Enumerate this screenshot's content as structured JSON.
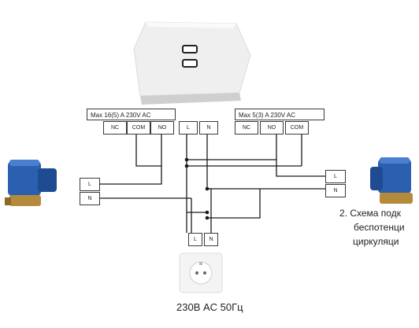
{
  "device": {
    "label_left_rating": "Max 16(5) A 230V AC",
    "label_right_rating": "Max 5(3) A 230V AC",
    "left_terminals": [
      "NC",
      "COM",
      "NO"
    ],
    "center_terminals": [
      "L",
      "N"
    ],
    "right_terminals": [
      "NC",
      "NO",
      "COM"
    ]
  },
  "left_valve": {
    "terminals": [
      "L",
      "N"
    ]
  },
  "right_valve": {
    "terminals": [
      "L",
      "N"
    ]
  },
  "socket": {
    "terminals": [
      "L",
      "N"
    ],
    "label": "230В AC 50Гц"
  },
  "caption": {
    "lines": [
      "2. Схема подк",
      "беспотенци",
      "циркуляци"
    ]
  },
  "colors": {
    "wire": "#1a1a1a",
    "device_body": "#f2f2f2",
    "valve_blue": "#2b5fb0",
    "valve_brass": "#b58a3c"
  },
  "icons": {
    "device": "thermostat-receiver-icon",
    "left_valve": "zone-valve-actuator-icon",
    "right_valve": "zone-valve-actuator-icon",
    "socket": "power-socket-icon"
  }
}
